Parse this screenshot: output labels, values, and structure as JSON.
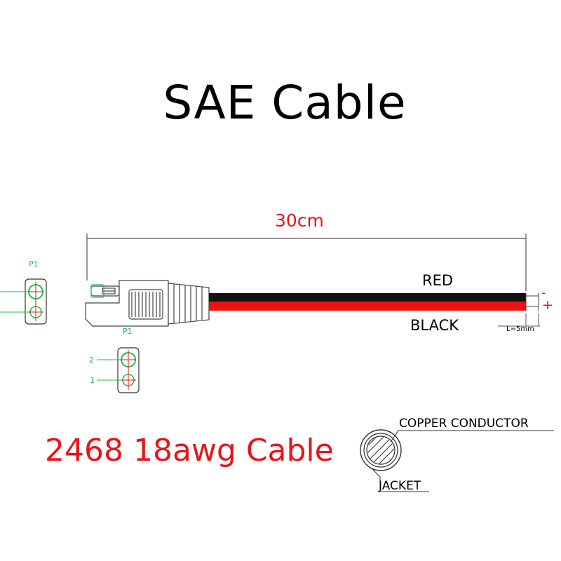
{
  "title": "SAE Cable",
  "dimension": {
    "length_label": "30cm"
  },
  "wires": {
    "red_label": "RED",
    "black_label": "BLACK",
    "minus": "-",
    "plus": "+",
    "strip_length": "L=5mm"
  },
  "pinout": {
    "top_label": "P1",
    "bottom_label": "P1",
    "pin2": "2",
    "pin1": "1"
  },
  "cable_spec": "2468 18awg Cable",
  "cross_section": {
    "conductor_label": "COPPER CONDUCTOR",
    "jacket_label": "JACKET"
  },
  "colors": {
    "accent_red": "#e8141b",
    "pin_green": "#19c24a",
    "wire_red": "#ee1111",
    "wire_black": "#111111"
  }
}
